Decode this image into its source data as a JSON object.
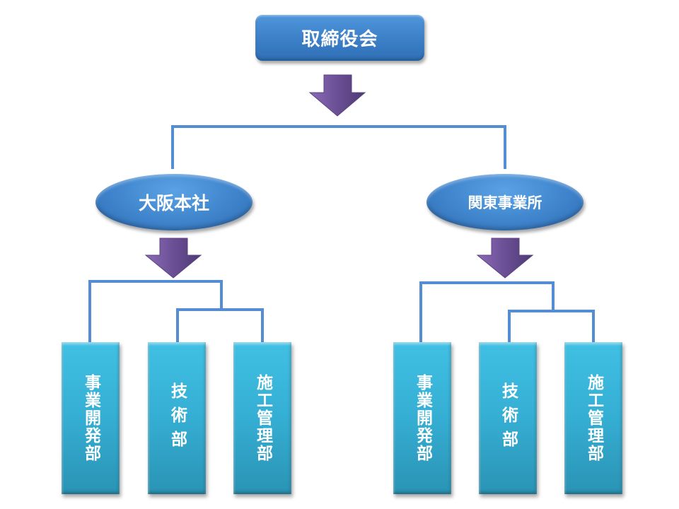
{
  "diagram": {
    "type": "org-chart",
    "root": {
      "label": "取締役会"
    },
    "branches": [
      {
        "label": "大阪本社",
        "departments": [
          {
            "label": "事業開発部"
          },
          {
            "label": "技術部"
          },
          {
            "label": "施工管理部"
          }
        ]
      },
      {
        "label": "関東事業所",
        "departments": [
          {
            "label": "事業開発部"
          },
          {
            "label": "技術部"
          },
          {
            "label": "施工管理部"
          }
        ]
      }
    ],
    "colors": {
      "root_fill": "#3f83cb",
      "branch_fill": "#3f84cc",
      "department_fill": "#35aed3",
      "connector": "#548dd4",
      "arrow": "#6b4f95",
      "text": "#ffffff"
    }
  }
}
